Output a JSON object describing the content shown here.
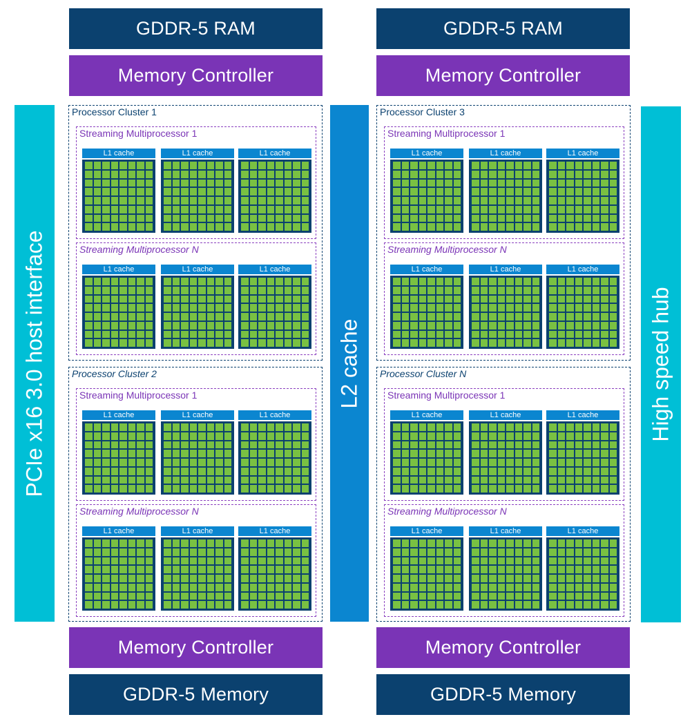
{
  "top_left": {
    "ram": "GDDR-5 RAM",
    "controller": "Memory Controller"
  },
  "top_right": {
    "ram": "GDDR-5 RAM",
    "controller": "Memory Controller"
  },
  "bottom_left": {
    "controller": "Memory Controller",
    "memory": "GDDR-5 Memory"
  },
  "bottom_right": {
    "controller": "Memory Controller",
    "memory": "GDDR-5 Memory"
  },
  "left_bar": "PCIe x16 3.0 host interface",
  "center_bar": "L2 cache",
  "right_bar": "High speed hub",
  "l1_label": "L1 cache",
  "clusters": [
    {
      "label": "Processor Cluster 1",
      "italic": false,
      "sms": [
        {
          "label": "Streaming Multiprocessor 1",
          "italic": false
        },
        {
          "label": "Streaming Multiprocessor N",
          "italic": true
        }
      ]
    },
    {
      "label": "Processor Cluster 2",
      "italic": true,
      "sms": [
        {
          "label": "Streaming Multiprocessor 1",
          "italic": false
        },
        {
          "label": "Streaming Multiprocessor N",
          "italic": true
        }
      ]
    },
    {
      "label": "Processor Cluster 3",
      "italic": false,
      "sms": [
        {
          "label": "Streaming Multiprocessor 1",
          "italic": false
        },
        {
          "label": "Streaming Multiprocessor N",
          "italic": true
        }
      ]
    },
    {
      "label": "Processor Cluster N",
      "italic": true,
      "sms": [
        {
          "label": "Streaming Multiprocessor 1",
          "italic": false
        },
        {
          "label": "Streaming Multiprocessor N",
          "italic": true
        }
      ]
    }
  ],
  "colors": {
    "ram": "#0b416f",
    "controller": "#7a34b6",
    "pcie": "#00bfd6",
    "l2": "#0b86d0",
    "hub": "#00bfd6",
    "core": "#79c142"
  }
}
